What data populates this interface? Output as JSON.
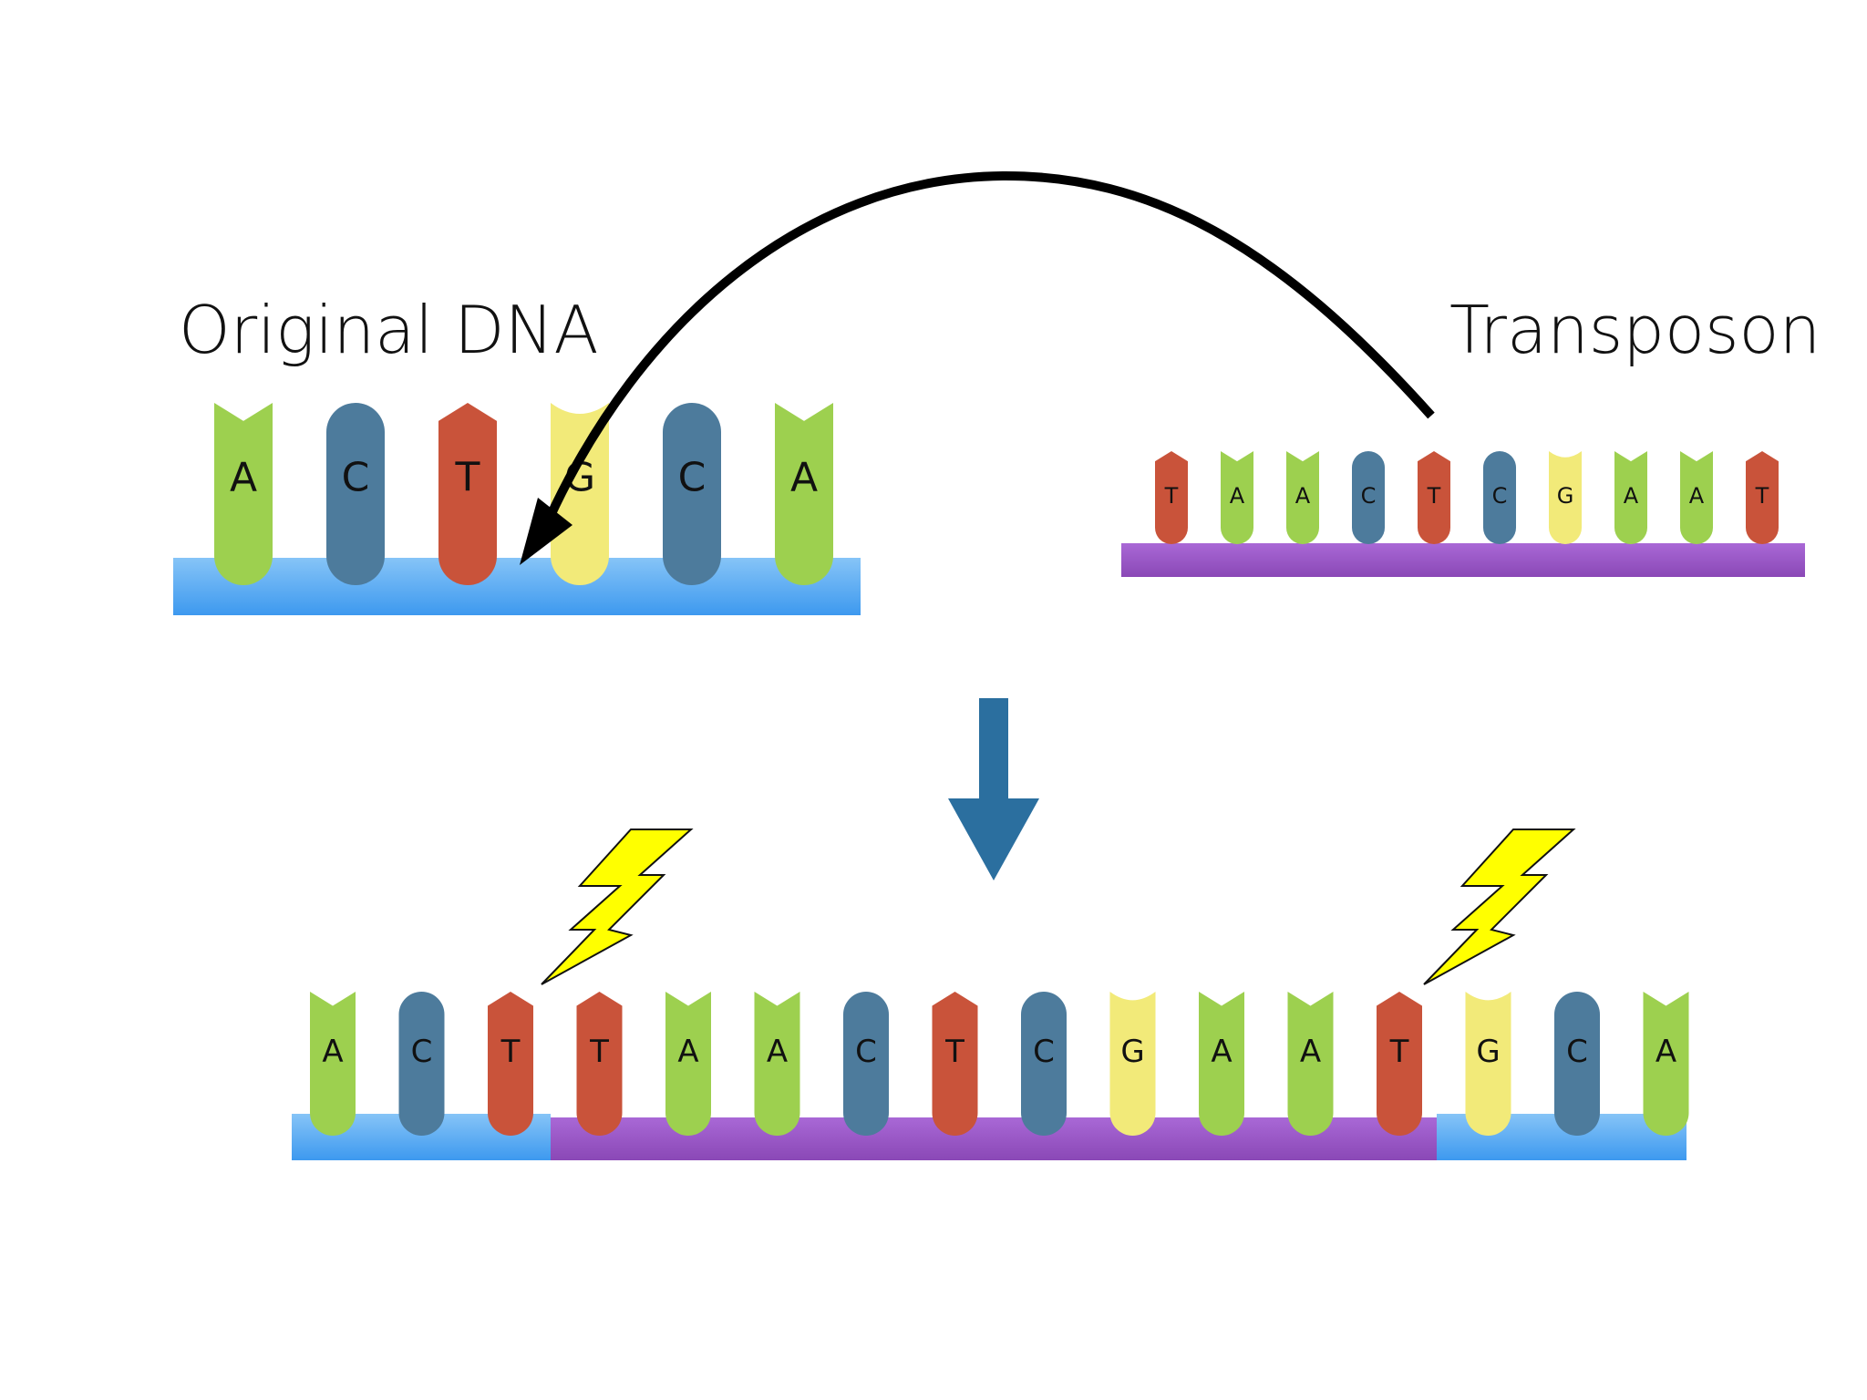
{
  "labels": {
    "original": "Original DNA",
    "transposon": "Transposon"
  },
  "colors": {
    "A": "#9dd04f",
    "C": "#4d7b9c",
    "T": "#c9533a",
    "G": "#f2ea79",
    "original_backbone": "#4aa3f2",
    "transposon_backbone": "#9a56c6",
    "down_arrow": "#2b6f9f",
    "bolt_fill": "#ffff00",
    "jump_arrow": "#000000"
  },
  "strands": {
    "original": [
      "A",
      "C",
      "T",
      "G",
      "C",
      "A"
    ],
    "transposon": [
      "T",
      "A",
      "A",
      "C",
      "T",
      "C",
      "G",
      "A",
      "A",
      "T"
    ],
    "result": [
      "A",
      "C",
      "T",
      "T",
      "A",
      "A",
      "C",
      "T",
      "C",
      "G",
      "A",
      "A",
      "T",
      "G",
      "C",
      "A"
    ]
  },
  "icons": {
    "jump": "curved-arrow-icon",
    "transition": "down-arrow-icon",
    "break": "lightning-bolt-icon"
  }
}
